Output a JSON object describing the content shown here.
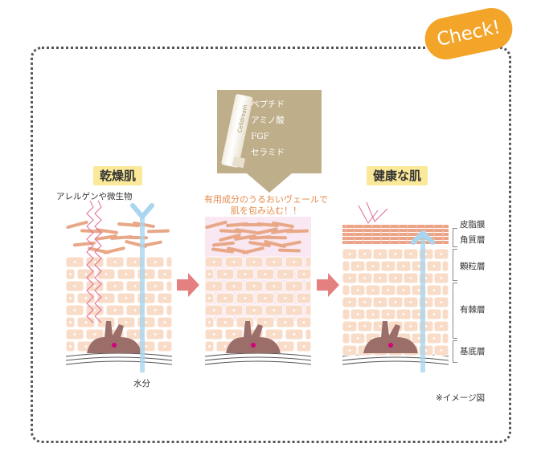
{
  "badge": {
    "text": "Check!"
  },
  "panels": {
    "dry": {
      "title": "乾燥肌",
      "allergen_label": "アレルゲンや微生物",
      "water_label": "水分"
    },
    "healthy": {
      "title": "健康な肌"
    }
  },
  "product": {
    "brand": "Celldream",
    "ingredients": [
      "ペプチド",
      "アミノ酸",
      "FGF",
      "セラミド"
    ]
  },
  "annotation": {
    "line1": "有用成分のうるおいヴェールで",
    "line2": "肌を包み込む！！"
  },
  "layers": [
    "皮脂膜",
    "角質層",
    "顆粒層",
    "有棘層",
    "基底層"
  ],
  "note": "※イメージ図",
  "colors": {
    "cell": "#f8dcc8",
    "cell_border": "#ffffff",
    "flake": "#e8a888",
    "melanocyte": "#9b6e6a",
    "water": "#a9d6ef",
    "arrow": "#e48080",
    "veil": "#f2c9df",
    "sebum": "#e99a7a"
  }
}
